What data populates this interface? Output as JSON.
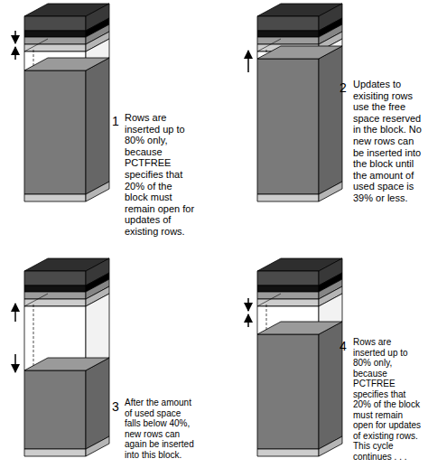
{
  "diagram": {
    "labels": [
      "1",
      "Rows are inserted up to 80% only, because PCTFREE specifies that 20% of the block must remain open for updates of existing rows.",
      "2",
      "Updates to exisiting rows use the free space reserved in the block. No new rows can be inserted into the block until the amount of used space is 39% or less.",
      "3",
      "After the amount of used space falls below 40%, new rows can again be inserted into this block.",
      "4",
      "Rows are inserted up to 80% only, because PCTFREE specifies that 20% of the block must remain open for updates of existing rows. This cycle continues . . ."
    ]
  }
}
